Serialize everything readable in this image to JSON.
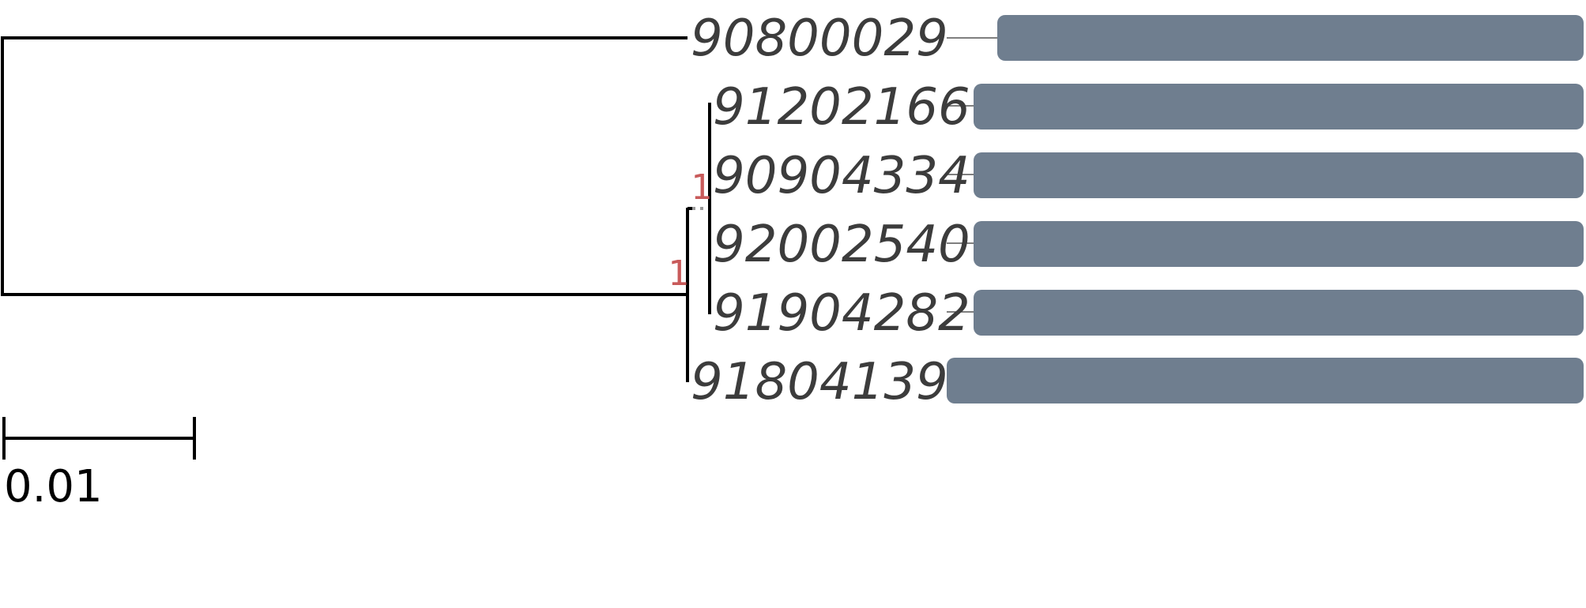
{
  "tree": {
    "leaves": [
      {
        "label": "90800029"
      },
      {
        "label": "91202166"
      },
      {
        "label": "90904334"
      },
      {
        "label": "92002540"
      },
      {
        "label": "91904282"
      },
      {
        "label": "91804139"
      }
    ],
    "support_values": [
      "1",
      "1"
    ],
    "scale_bar": {
      "label": "0.01"
    },
    "colors": {
      "branch": "#000000",
      "label": "#3c3c3c",
      "support": "#c85a5a",
      "bar": "#6f7e8f"
    }
  }
}
